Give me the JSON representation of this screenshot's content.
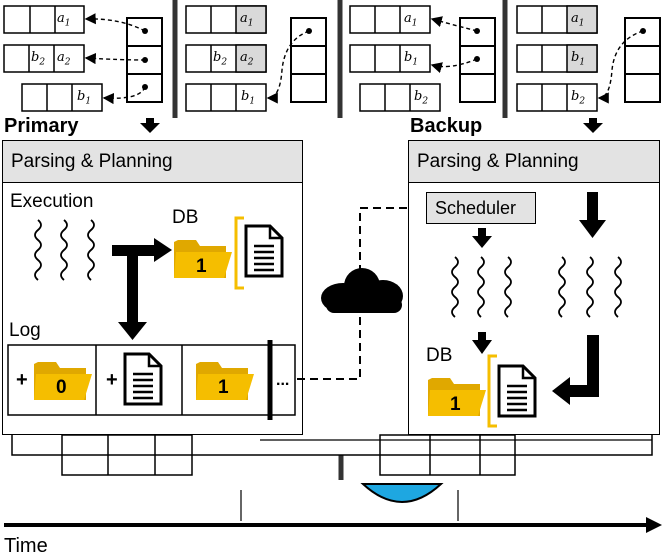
{
  "primary": {
    "title": "Primary",
    "header": "Parsing & Planning",
    "execution_label": "Execution",
    "db_label": "DB",
    "db_folder_number": "1",
    "log_label": "Log",
    "log_entries": [
      {
        "prefix": "+",
        "folder_number": "0"
      },
      {
        "prefix": "+",
        "doc": true
      },
      {
        "folder_number": "1"
      }
    ],
    "log_ellipsis": "..."
  },
  "backup": {
    "title": "Backup",
    "header": "Parsing & Planning",
    "scheduler_label": "Scheduler",
    "db_label": "DB",
    "db_folder_number": "1"
  },
  "timeline": {
    "label": "Time"
  },
  "snapshots": [
    {
      "rows": [
        [
          "",
          "",
          "a1"
        ],
        [
          "b2",
          "a2"
        ],
        [
          "",
          "b1"
        ]
      ]
    },
    {
      "rows": [
        [
          "",
          "",
          "a1"
        ],
        [
          "b2",
          "a2"
        ],
        [
          "",
          "b1"
        ]
      ]
    },
    {
      "rows": [
        [
          "",
          "",
          "a1"
        ],
        [
          "",
          "b1"
        ],
        [
          "",
          "b2"
        ]
      ]
    },
    {
      "rows": [
        [
          "",
          "",
          "a1"
        ],
        [
          "",
          "b1"
        ],
        [
          "",
          "b2"
        ]
      ]
    }
  ],
  "cells": {
    "a1": "a",
    "a2": "a",
    "b1": "b",
    "b2": "b",
    "sub1": "1",
    "sub2": "2"
  },
  "colors": {
    "header_fill": "#e3e3e3",
    "folder": "#f5be00",
    "folder_dark": "#e0a800",
    "bracket": "#f5be00",
    "cloud": "#000000",
    "water": "#1ea7e1",
    "highlight_cell": "#d9d9d9"
  },
  "icons": [
    "folder-icon",
    "document-icon",
    "cloud-icon",
    "arrow-icon"
  ]
}
